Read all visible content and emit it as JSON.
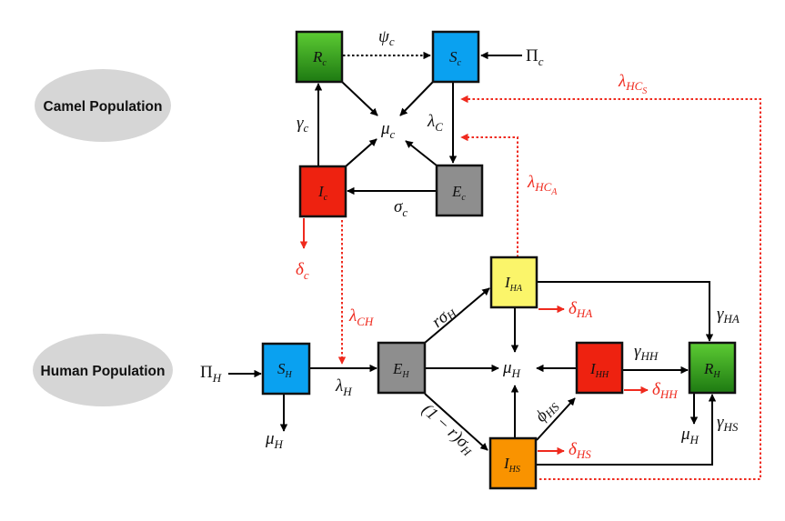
{
  "title": "MERS-CoV camel-human transmission compartment model",
  "colors": {
    "susceptible": "#0aa1f0",
    "exposed": "#8e8e8e",
    "infected_red": "#ee2210",
    "asymptomatic_yellow": "#fbf56a",
    "symptomatic_orange": "#f99300",
    "recovered_green_top": "#5ccb33",
    "recovered_green_bottom": "#1e7a12",
    "transmission_red": "#ef2a1e",
    "ellipse_gray": "#d6d6d6"
  },
  "populations": [
    {
      "id": "camel",
      "label": "Camel Population"
    },
    {
      "id": "human",
      "label": "Human Population"
    }
  ],
  "compartments": {
    "Rc": {
      "main": "R",
      "sub": "c",
      "fill": "green"
    },
    "Sc": {
      "main": "S",
      "sub": "c",
      "fill": "susceptible"
    },
    "Ic": {
      "main": "I",
      "sub": "c",
      "fill": "infected_red"
    },
    "Ec": {
      "main": "E",
      "sub": "c",
      "fill": "exposed"
    },
    "SH": {
      "main": "S",
      "sub": "H",
      "fill": "susceptible"
    },
    "EH": {
      "main": "E",
      "sub": "H",
      "fill": "exposed"
    },
    "IHA": {
      "main": "I",
      "sub": "HA",
      "fill": "asymptomatic_yellow"
    },
    "IHS": {
      "main": "I",
      "sub": "HS",
      "fill": "symptomatic_orange"
    },
    "IHH": {
      "main": "I",
      "sub": "HH",
      "fill": "infected_red"
    },
    "RH": {
      "main": "R",
      "sub": "H",
      "fill": "green"
    }
  },
  "labels": {
    "psi_c": {
      "main": "ψ",
      "sub": "c"
    },
    "Pi_c": {
      "main": "Π",
      "sub": "c"
    },
    "mu_c": {
      "main": "μ",
      "sub": "c"
    },
    "gamma_c": {
      "main": "γ",
      "sub": "c"
    },
    "lambda_C": {
      "main": "λ",
      "sub": "C"
    },
    "sigma_c": {
      "main": "σ",
      "sub": "c"
    },
    "delta_c": {
      "main": "δ",
      "sub": "c"
    },
    "lambda_HCS": {
      "main": "λ",
      "sub": "HC",
      "subsub": "S"
    },
    "lambda_HCA": {
      "main": "λ",
      "sub": "HC",
      "subsub": "A"
    },
    "lambda_CH": {
      "main": "λ",
      "sub": "CH"
    },
    "Pi_H": {
      "main": "Π",
      "sub": "H"
    },
    "lambda_H": {
      "main": "λ",
      "sub": "H"
    },
    "mu_H_SH": {
      "main": "μ",
      "sub": "H"
    },
    "mu_H_center": {
      "main": "μ",
      "sub": "H"
    },
    "mu_H_RH": {
      "main": "μ",
      "sub": "H"
    },
    "r_sigma_H": {
      "main": "rσ",
      "sub": "H"
    },
    "one_minus_r_sigma_H": {
      "main": "(1 − r)σ",
      "sub": "H"
    },
    "delta_HA": {
      "main": "δ",
      "sub": "HA"
    },
    "delta_HS": {
      "main": "δ",
      "sub": "HS"
    },
    "delta_HH": {
      "main": "δ",
      "sub": "HH"
    },
    "phi_HS": {
      "main": "ϕ",
      "sub": "HS"
    },
    "gamma_HA": {
      "main": "γ",
      "sub": "HA"
    },
    "gamma_HH": {
      "main": "γ",
      "sub": "HH"
    },
    "gamma_HS": {
      "main": "γ",
      "sub": "HS"
    }
  }
}
